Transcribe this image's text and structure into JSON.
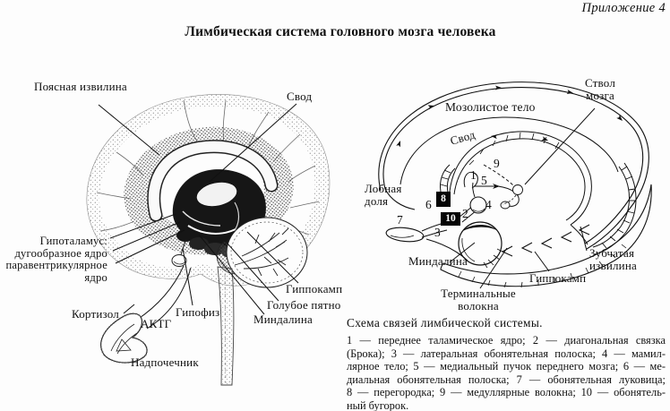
{
  "page": {
    "corner_note": "Приложение 4",
    "title": "Лимбическая система головного мозга человека"
  },
  "left_figure": {
    "labels": {
      "cingulate_gyrus": "Поясная извилина",
      "fornix": "Свод",
      "hypothalamus": [
        "Гипоталамус:",
        "дугообразное ядро",
        "паравентрикулярное",
        "ядро"
      ],
      "cortisol": "Кортизол",
      "acth": "АКТГ",
      "pituitary": "Гипофиз",
      "adrenal": "Надпочечник",
      "hippocampus": "Гиппокамп",
      "locus_coeruleus": "Голубое пятно",
      "amygdala": "Миндалина"
    }
  },
  "right_figure": {
    "labels": {
      "brainstem": [
        "Ствол",
        "мозга"
      ],
      "corpus_callosum": "Мозолистое тело",
      "fornix": "Свод",
      "frontal_lobe": [
        "Лобная",
        "доля"
      ],
      "amygdala": "Миндалина",
      "terminal_fibers": [
        "Терминальные",
        "волокна"
      ],
      "hippocampus": "Гиппокамп",
      "dentate_gyrus": [
        "Зубчатая",
        "извилина"
      ]
    },
    "numbers": [
      "1",
      "2",
      "3",
      "4",
      "5",
      "6",
      "7",
      "8",
      "9",
      "10"
    ]
  },
  "legend": {
    "title": "Схема связей лимбической системы.",
    "lines": [
      "1 — переднее таламическое ядро; 2 — диагональная связка",
      "(Брока); 3 — латеральная обонятельная полоска; 4 — мамил-",
      "лярное тело; 5 — медиальный пучок переднего мозга; 6 — ме-",
      "диальная обонятельная полоска; 7 — обонятельная луковица;",
      "8 — перегородка; 9 — медуллярные волокна; 10 — обонятель-",
      "ный бугорок."
    ]
  }
}
